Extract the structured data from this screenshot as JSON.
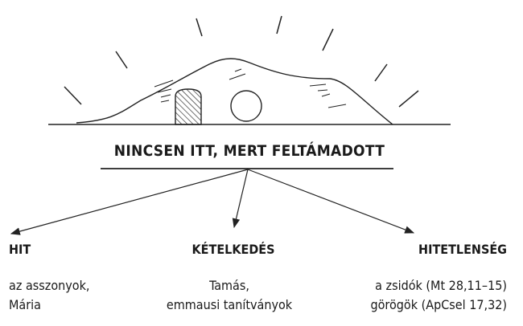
{
  "title": "NINCSEN ITT, MERT FELTÁMADOTT",
  "columns": [
    {
      "heading": "HIT",
      "lines": [
        "az asszonyok,",
        "Mária"
      ]
    },
    {
      "heading": "KÉTELKEDÉS",
      "lines": [
        "Tamás,",
        "emmausi tanítványok"
      ]
    },
    {
      "heading": "HITETLENSÉG",
      "lines": [
        "a zsidók (Mt 28,11–15)",
        "görögök (ApCsel 17,32)"
      ]
    }
  ]
}
